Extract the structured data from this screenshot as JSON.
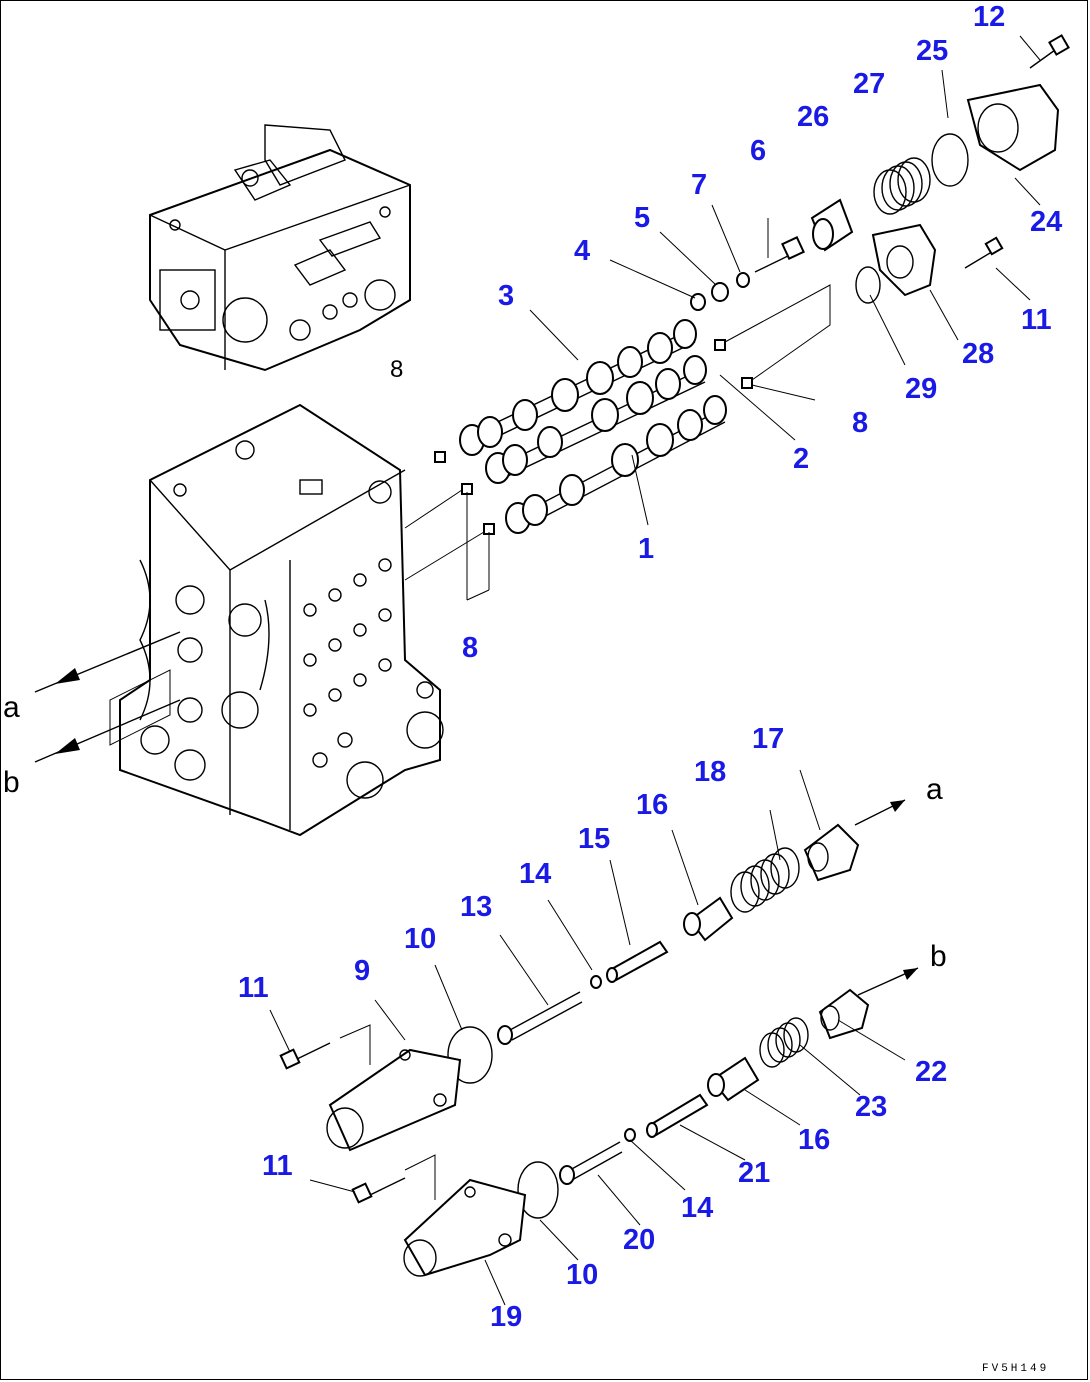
{
  "diagram": {
    "accent_color": "#1a1ae6",
    "drawing_code": "FV5H149",
    "reference_letters": [
      {
        "id": "a-left",
        "text": "a"
      },
      {
        "id": "b-left",
        "text": "b"
      },
      {
        "id": "a-right",
        "text": "a"
      },
      {
        "id": "b-right",
        "text": "b"
      }
    ],
    "small_label_8": "8",
    "part_labels": [
      {
        "id": "p12",
        "text": "12"
      },
      {
        "id": "p25",
        "text": "25"
      },
      {
        "id": "p27",
        "text": "27"
      },
      {
        "id": "p26",
        "text": "26"
      },
      {
        "id": "p6",
        "text": "6"
      },
      {
        "id": "p7",
        "text": "7"
      },
      {
        "id": "p5",
        "text": "5"
      },
      {
        "id": "p4",
        "text": "4"
      },
      {
        "id": "p24",
        "text": "24"
      },
      {
        "id": "p3",
        "text": "3"
      },
      {
        "id": "p11a",
        "text": "11"
      },
      {
        "id": "p28",
        "text": "28"
      },
      {
        "id": "p29",
        "text": "29"
      },
      {
        "id": "p8a",
        "text": "8"
      },
      {
        "id": "p2",
        "text": "2"
      },
      {
        "id": "p1",
        "text": "1"
      },
      {
        "id": "p8b",
        "text": "8"
      },
      {
        "id": "p17",
        "text": "17"
      },
      {
        "id": "p18",
        "text": "18"
      },
      {
        "id": "p16a",
        "text": "16"
      },
      {
        "id": "p15",
        "text": "15"
      },
      {
        "id": "p14a",
        "text": "14"
      },
      {
        "id": "p13",
        "text": "13"
      },
      {
        "id": "p10a",
        "text": "10"
      },
      {
        "id": "p9",
        "text": "9"
      },
      {
        "id": "p11b",
        "text": "11"
      },
      {
        "id": "p22",
        "text": "22"
      },
      {
        "id": "p23",
        "text": "23"
      },
      {
        "id": "p16b",
        "text": "16"
      },
      {
        "id": "p21",
        "text": "21"
      },
      {
        "id": "p11c",
        "text": "11"
      },
      {
        "id": "p14b",
        "text": "14"
      },
      {
        "id": "p20",
        "text": "20"
      },
      {
        "id": "p10b",
        "text": "10"
      },
      {
        "id": "p19",
        "text": "19"
      }
    ]
  }
}
